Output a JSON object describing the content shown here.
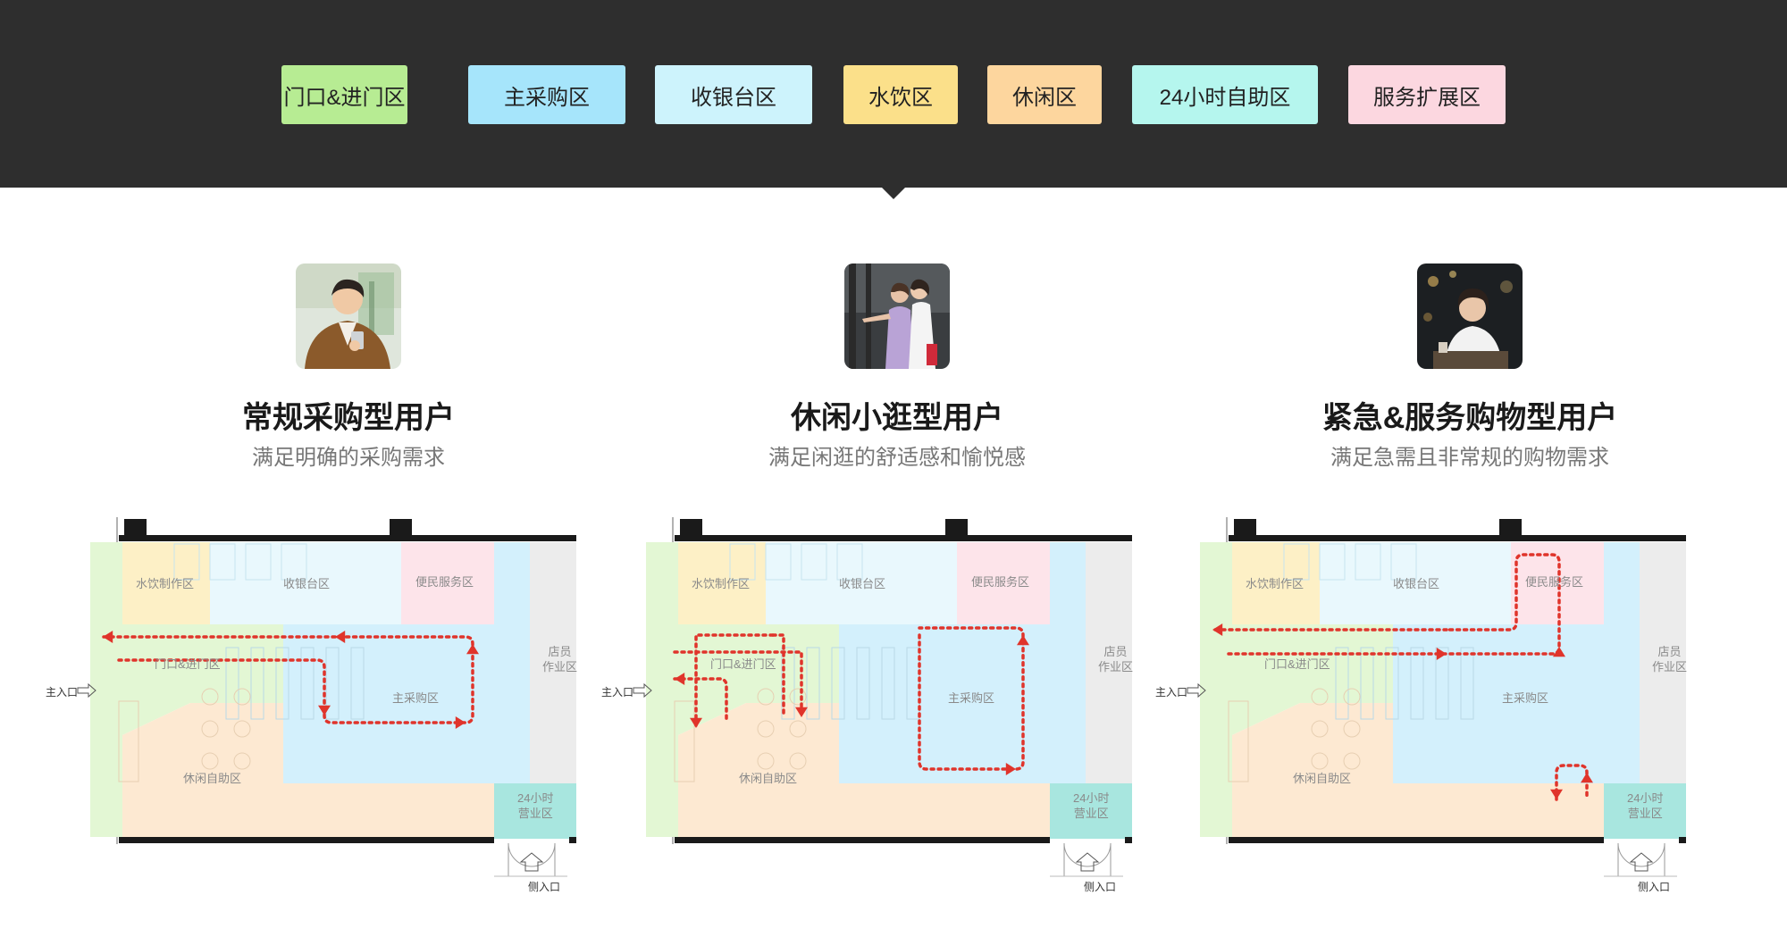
{
  "legend": [
    {
      "label": "门口&进门区",
      "color": "#b7ec93"
    },
    {
      "label": "主采购区",
      "color": "#a6e5fb"
    },
    {
      "label": "收银台区",
      "color": "#cdf3fc"
    },
    {
      "label": "水饮区",
      "color": "#fbe08a"
    },
    {
      "label": "休闲区",
      "color": "#fdd69e"
    },
    {
      "label": "24小时自助区",
      "color": "#b5f6ee"
    },
    {
      "label": "服务扩展区",
      "color": "#fcd7e0"
    }
  ],
  "personas": [
    {
      "title": "常规采购型用户",
      "subtitle": "满足明确的采购需求",
      "photo_icon": "man-reading-phone-photo",
      "plan": {
        "drink_zone": "水饮制作区",
        "cashier_zone": "收银台区",
        "service_zone": "便民服务区",
        "staff_zone": "店员\n作业区",
        "entrance_zone": "门口&进门区",
        "main_zone": "主采购区",
        "leisure_zone": "休闲自助区",
        "zone_24h": "24小时\n营业区",
        "main_entrance": "主入口",
        "side_entrance": "侧入口"
      }
    },
    {
      "title": "休闲小逛型用户",
      "subtitle": "满足闲逛的舒适感和愉悦感",
      "photo_icon": "two-women-shopping-photo",
      "plan": {
        "drink_zone": "水饮制作区",
        "cashier_zone": "收银台区",
        "service_zone": "便民服务区",
        "staff_zone": "店员\n作业区",
        "entrance_zone": "门口&进门区",
        "main_zone": "主采购区",
        "leisure_zone": "休闲自助区",
        "zone_24h": "24小时\n营业区",
        "main_entrance": "主入口",
        "side_entrance": "侧入口"
      }
    },
    {
      "title": "紧急&服务购物型用户",
      "subtitle": "满足急需且非常规的购物需求",
      "photo_icon": "woman-at-night-photo",
      "plan": {
        "drink_zone": "水饮制作区",
        "cashier_zone": "收银台区",
        "service_zone": "便民服务区",
        "staff_zone": "店员\n作业区",
        "entrance_zone": "门口&进门区",
        "main_zone": "主采购区",
        "leisure_zone": "休闲自助区",
        "zone_24h": "24小时\n营业区",
        "main_entrance": "主入口",
        "side_entrance": "侧入口"
      }
    }
  ],
  "colors": {
    "header_bg": "#2e2e2e",
    "path_red": "#e0342b",
    "entrance_zone": "#e3f7d4",
    "main_zone": "#d3f0fc",
    "cashier_zone": "#e9f8fd",
    "drink_zone": "#fdf0c6",
    "leisure_zone": "#fde9d2",
    "service_zone": "#fde4ea",
    "zone_24h": "#a8e6df",
    "staff_zone": "#ececec"
  }
}
